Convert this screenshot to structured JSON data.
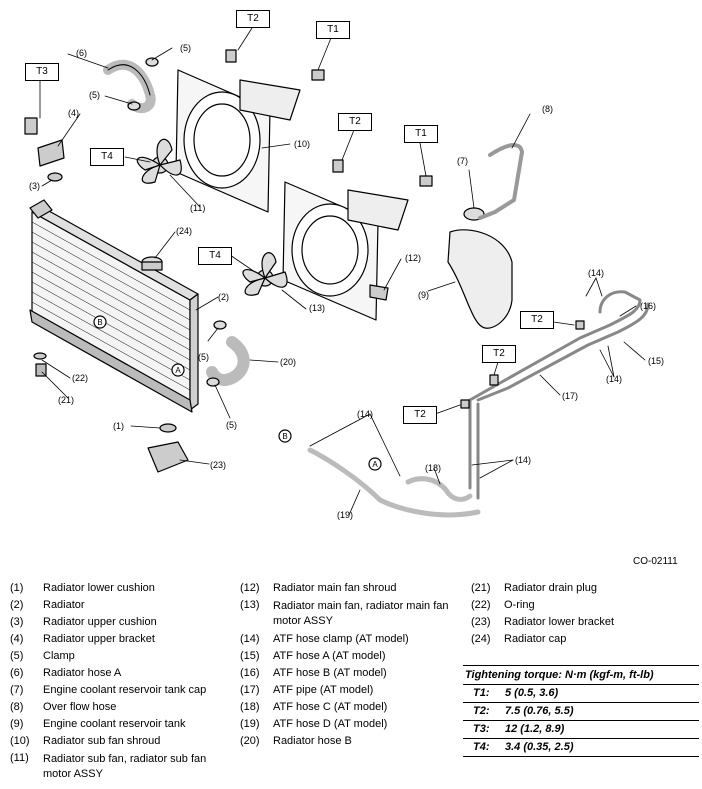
{
  "figure_code": "CO-02111",
  "torque_boxes": [
    "T2",
    "T1",
    "T3",
    "T4",
    "T2",
    "T1",
    "T4",
    "T2",
    "T2",
    "T2"
  ],
  "callouts": [
    "(1)",
    "(2)",
    "(3)",
    "(4)",
    "(5)",
    "(5)",
    "(5)",
    "(5)",
    "(6)",
    "(7)",
    "(8)",
    "(9)",
    "(10)",
    "(11)",
    "(12)",
    "(13)",
    "(14)",
    "(14)",
    "(14)",
    "(14)",
    "(15)",
    "(16)",
    "(17)",
    "(18)",
    "(19)",
    "(20)",
    "(21)",
    "(22)",
    "(23)",
    "(24)"
  ],
  "port_labels": [
    "B",
    "A",
    "B",
    "A"
  ],
  "legend": {
    "col1": [
      {
        "num": "(1)",
        "text": "Radiator lower cushion"
      },
      {
        "num": "(2)",
        "text": "Radiator"
      },
      {
        "num": "(3)",
        "text": "Radiator upper cushion"
      },
      {
        "num": "(4)",
        "text": "Radiator upper bracket"
      },
      {
        "num": "(5)",
        "text": "Clamp"
      },
      {
        "num": "(6)",
        "text": "Radiator hose A"
      },
      {
        "num": "(7)",
        "text": "Engine coolant reservoir tank cap"
      },
      {
        "num": "(8)",
        "text": "Over flow hose"
      },
      {
        "num": "(9)",
        "text": "Engine coolant reservoir tank"
      },
      {
        "num": "(10)",
        "text": "Radiator sub fan shroud"
      },
      {
        "num": "(11)",
        "text": "Radiator sub fan, radiator sub fan motor ASSY"
      }
    ],
    "col2": [
      {
        "num": "(12)",
        "text": "Radiator main fan shroud"
      },
      {
        "num": "(13)",
        "text": "Radiator main fan, radiator main fan motor ASSY"
      },
      {
        "num": "(14)",
        "text": "ATF hose clamp (AT model)"
      },
      {
        "num": "(15)",
        "text": "ATF hose A (AT model)"
      },
      {
        "num": "(16)",
        "text": "ATF hose B (AT model)"
      },
      {
        "num": "(17)",
        "text": "ATF pipe (AT model)"
      },
      {
        "num": "(18)",
        "text": "ATF hose C (AT model)"
      },
      {
        "num": "(19)",
        "text": "ATF hose D (AT model)"
      },
      {
        "num": "(20)",
        "text": "Radiator hose B"
      }
    ],
    "col3": [
      {
        "num": "(21)",
        "text": "Radiator drain plug"
      },
      {
        "num": "(22)",
        "text": "O-ring"
      },
      {
        "num": "(23)",
        "text": "Radiator lower bracket"
      },
      {
        "num": "(24)",
        "text": "Radiator cap"
      }
    ]
  },
  "torque": {
    "title": "Tightening torque: N·m (kgf-m, ft-lb)",
    "rows": [
      {
        "key": "T1:",
        "value": "5 (0.5, 3.6)"
      },
      {
        "key": "T2:",
        "value": "7.5 (0.76, 5.5)"
      },
      {
        "key": "T3:",
        "value": "12 (1.2, 8.9)"
      },
      {
        "key": "T4:",
        "value": "3.4 (0.35, 2.5)"
      }
    ]
  }
}
